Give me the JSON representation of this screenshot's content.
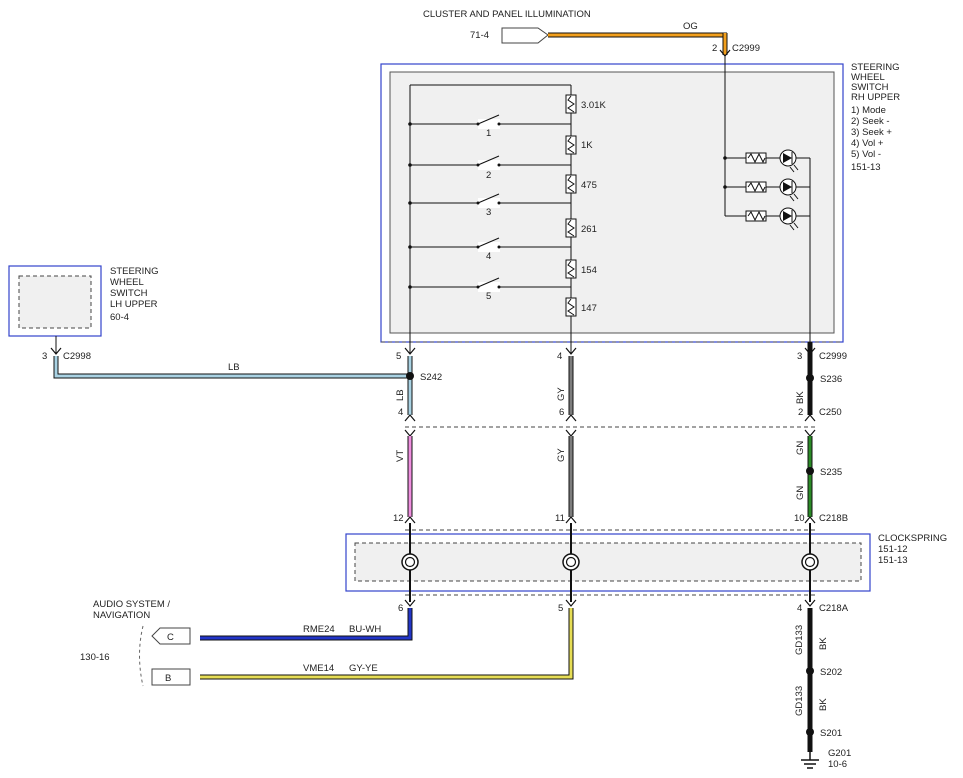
{
  "top": {
    "title": "CLUSTER AND PANEL ILLUMINATION",
    "ref": "71-4",
    "wire_color": "OG",
    "pin": "2",
    "connector": "C2999"
  },
  "rh_switch": {
    "lines": [
      "STEERING",
      "WHEEL",
      "SWITCH",
      "RH UPPER",
      "1) Mode",
      "2) Seek -",
      "3) Seek +",
      "4) Vol +",
      "5) Vol -",
      "151-13"
    ],
    "resistors": [
      "3.01K",
      "1K",
      "475",
      "261",
      "154",
      "147"
    ],
    "switches": [
      "1",
      "2",
      "3",
      "4",
      "5"
    ]
  },
  "lh_switch": {
    "lines": [
      "STEERING",
      "WHEEL",
      "SWITCH",
      "LH UPPER",
      "60-4"
    ],
    "pin": "3",
    "connector": "C2998",
    "wire": "LB"
  },
  "left_column": {
    "pin_top": "5",
    "splice": "S242",
    "wire_upper": "LB",
    "pin_mid": "4",
    "wire_lower": "VT",
    "pin_clock": "12",
    "pin_bottom": "6"
  },
  "mid_column": {
    "pin_top": "4",
    "wire_upper": "GY",
    "pin_mid": "6",
    "wire_lower": "GY",
    "pin_clock": "11",
    "pin_bottom": "5"
  },
  "right_column": {
    "pin_top": "3",
    "conn_top": "C2999",
    "splice1": "S236",
    "wire1": "BK",
    "pin_mid": "2",
    "conn_mid": "C250",
    "wire2": "GN",
    "splice2": "S235",
    "wire3": "GN",
    "pin_clock": "10",
    "conn_clock": "C218B",
    "pin_bottom": "4",
    "conn_bottom": "C218A",
    "wire4a": "GD133",
    "wire4b": "BK",
    "splice3": "S202",
    "wire5a": "GD133",
    "wire5b": "BK",
    "splice4": "S201",
    "ground": "G201",
    "ground_ref": "10-6"
  },
  "clockspring": {
    "title": "CLOCKSPRING",
    "ref1": "151-12",
    "ref2": "151-13"
  },
  "audio": {
    "title1": "AUDIO SYSTEM /",
    "title2": "NAVIGATION",
    "ref": "130-16",
    "c_pin": "C",
    "c_circuit": "RME24",
    "c_color": "BU-WH",
    "b_pin": "B",
    "b_circuit": "VME14",
    "b_color": "GY-YE"
  },
  "colors": {
    "orange": "#f29f1c",
    "light_blue": "#a9d2e3",
    "violet": "#f08fe0",
    "gray": "#7d7d7d",
    "black": "#111111",
    "green": "#2a8a26",
    "blue": "#2235c8",
    "yellow": "#e6dd55",
    "box_border": "#3344cc"
  }
}
